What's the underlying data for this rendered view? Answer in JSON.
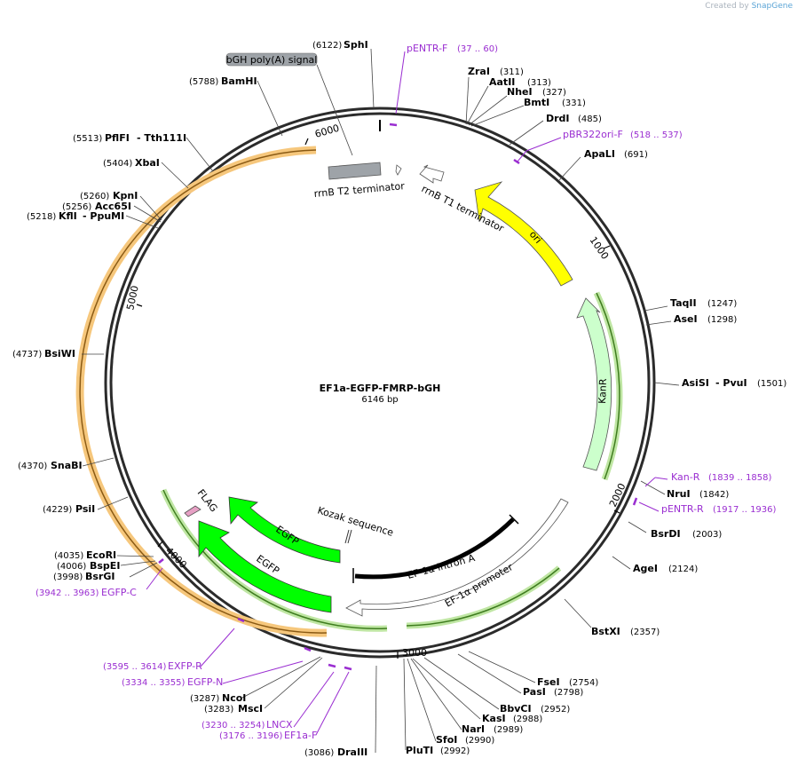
{
  "watermark": {
    "prefix": "Created by",
    "brand": "SnapGene"
  },
  "plasmid": {
    "name": "EF1a-EGFP-FMRP-bGH",
    "length": "6146 bp"
  },
  "ruler": [
    "6000",
    "1000",
    "5000",
    "2000",
    "4000",
    "3000"
  ],
  "features": {
    "bgh": "bGH poly(A) signal",
    "t2": "rrnB T2 terminator",
    "t1": "rrnB T1 terminator",
    "ori": "ori",
    "kanr": "KanR",
    "kozak": "Kozak sequence",
    "flag": "FLAG",
    "egfp1": "EGFP",
    "egfp2": "EGFP",
    "intron": "EF-1α intron A",
    "promoter": "EF-1α promoter"
  },
  "sites": [
    {
      "name": "SphI",
      "pos": "(6122)"
    },
    {
      "name": "ZraI",
      "pos": "(311)"
    },
    {
      "name": "AatII",
      "pos": "(313)"
    },
    {
      "name": "NheI",
      "pos": "(327)"
    },
    {
      "name": "BmtI",
      "pos": "(331)"
    },
    {
      "name": "DrdI",
      "pos": "(485)"
    },
    {
      "name": "ApaLI",
      "pos": "(691)"
    },
    {
      "name": "TaqII",
      "pos": "(1247)"
    },
    {
      "name": "AseI",
      "pos": "(1298)"
    },
    {
      "name": "AsiSI",
      "pos": "(1501)",
      "extra": "- PvuI"
    },
    {
      "name": "NruI",
      "pos": "(1842)"
    },
    {
      "name": "BsrDI",
      "pos": "(2003)"
    },
    {
      "name": "AgeI",
      "pos": "(2124)"
    },
    {
      "name": "BstXI",
      "pos": "(2357)"
    },
    {
      "name": "FseI",
      "pos": "(2754)"
    },
    {
      "name": "PasI",
      "pos": "(2798)"
    },
    {
      "name": "BbvCI",
      "pos": "(2952)"
    },
    {
      "name": "KasI",
      "pos": "(2988)"
    },
    {
      "name": "NarI",
      "pos": "(2989)"
    },
    {
      "name": "SfoI",
      "pos": "(2990)"
    },
    {
      "name": "PluTI",
      "pos": "(2992)"
    },
    {
      "name": "DraIII",
      "pos": "(3086)"
    },
    {
      "name": "MscI",
      "pos": "(3283)"
    },
    {
      "name": "NcoI",
      "pos": "(3287)"
    },
    {
      "name": "BsrGI",
      "pos": "(3998)"
    },
    {
      "name": "BspEI",
      "pos": "(4006)"
    },
    {
      "name": "EcoRI",
      "pos": "(4035)"
    },
    {
      "name": "PsiI",
      "pos": "(4229)"
    },
    {
      "name": "SnaBI",
      "pos": "(4370)"
    },
    {
      "name": "BsiWI",
      "pos": "(4737)"
    },
    {
      "name": "KflI",
      "pos": "(5218)",
      "extra": "- PpuMI"
    },
    {
      "name": "Acc65I",
      "pos": "(5256)"
    },
    {
      "name": "KpnI",
      "pos": "(5260)"
    },
    {
      "name": "XbaI",
      "pos": "(5404)"
    },
    {
      "name": "PflFI",
      "pos": "(5513)",
      "extra": "- Tth111I"
    },
    {
      "name": "BamHI",
      "pos": "(5788)"
    }
  ],
  "primers": [
    {
      "name": "pENTR-F",
      "range": "(37 .. 60)"
    },
    {
      "name": "pBR322ori-F",
      "range": "(518 .. 537)"
    },
    {
      "name": "Kan-R",
      "range": "(1839 .. 1858)"
    },
    {
      "name": "pENTR-R",
      "range": "(1917 .. 1936)"
    },
    {
      "name": "EGFP-C",
      "range": "(3942 .. 3963)"
    },
    {
      "name": "EXFP-R",
      "range": "(3595 .. 3614)"
    },
    {
      "name": "EGFP-N",
      "range": "(3334 .. 3355)"
    },
    {
      "name": "LNCX",
      "range": "(3230 .. 3254)"
    },
    {
      "name": "EF1a-F",
      "range": "(3176 .. 3196)"
    }
  ],
  "colors": {
    "backbone": "#2b2b2b",
    "ori": "#ffff00",
    "kanr": "#ccffcc",
    "egfp": "#00ff00",
    "bgh": "#9ea3a8",
    "primer": "#9a2ed1",
    "orange_track": "#f6c77c",
    "green_track": "#bfe6a3"
  }
}
